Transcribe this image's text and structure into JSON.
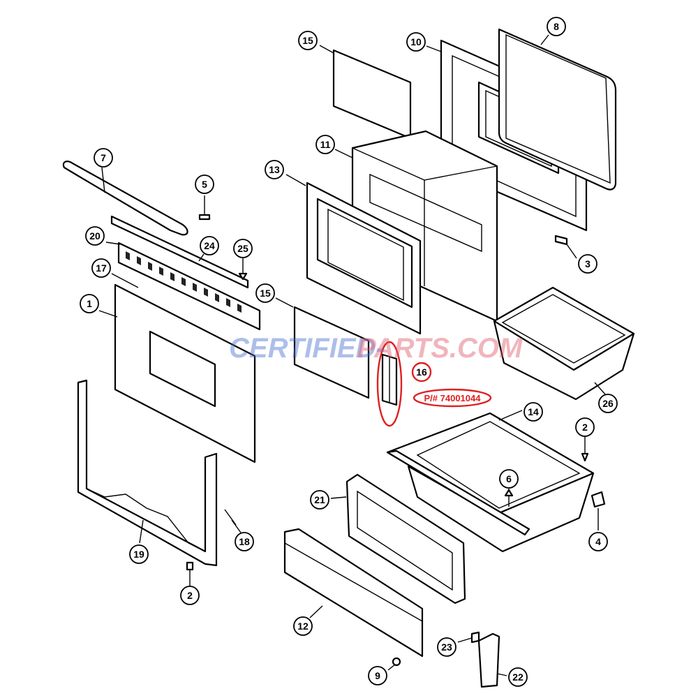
{
  "watermark": {
    "part_a": "CERTIFIED-",
    "part_b": "PARTS.COM"
  },
  "highlight": {
    "callout": "16",
    "part_number": "P/# 74001044",
    "color": "#e02020"
  },
  "callouts": [
    "1",
    "2",
    "2",
    "2",
    "3",
    "4",
    "5",
    "6",
    "7",
    "8",
    "9",
    "10",
    "11",
    "12",
    "13",
    "14",
    "15",
    "15",
    "17",
    "18",
    "19",
    "20",
    "21",
    "22",
    "23",
    "24",
    "25",
    "26"
  ]
}
